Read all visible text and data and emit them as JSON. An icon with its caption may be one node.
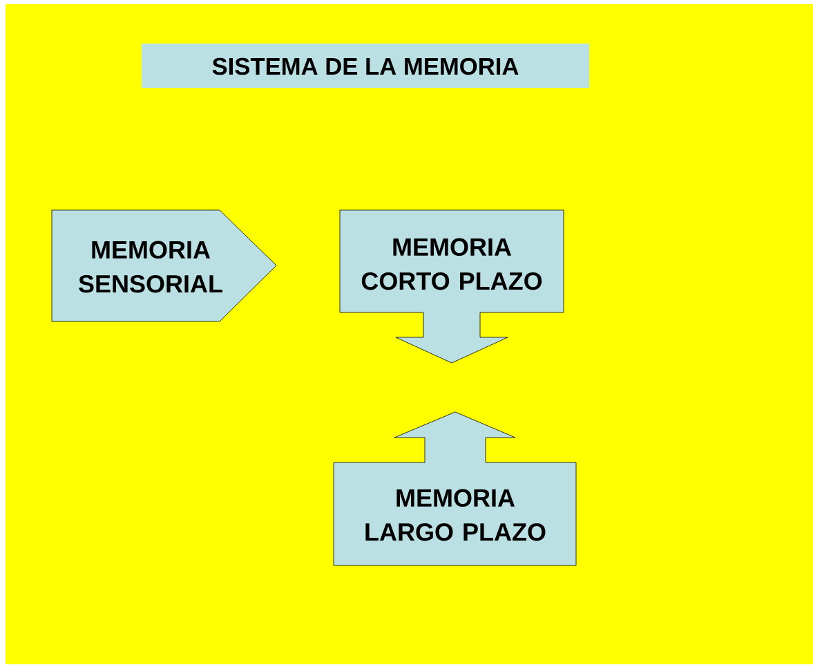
{
  "diagram": {
    "title": "SISTEMA DE LA MEMORIA",
    "nodes": [
      {
        "text": [
          "MEMORIA SENSORIAL"
        ]
      },
      {
        "text": [
          "MEMORIA CORTO PLAZO"
        ]
      },
      {
        "text": [
          "MEMORIA LARGO PLAZO"
        ]
      }
    ]
  }
}
